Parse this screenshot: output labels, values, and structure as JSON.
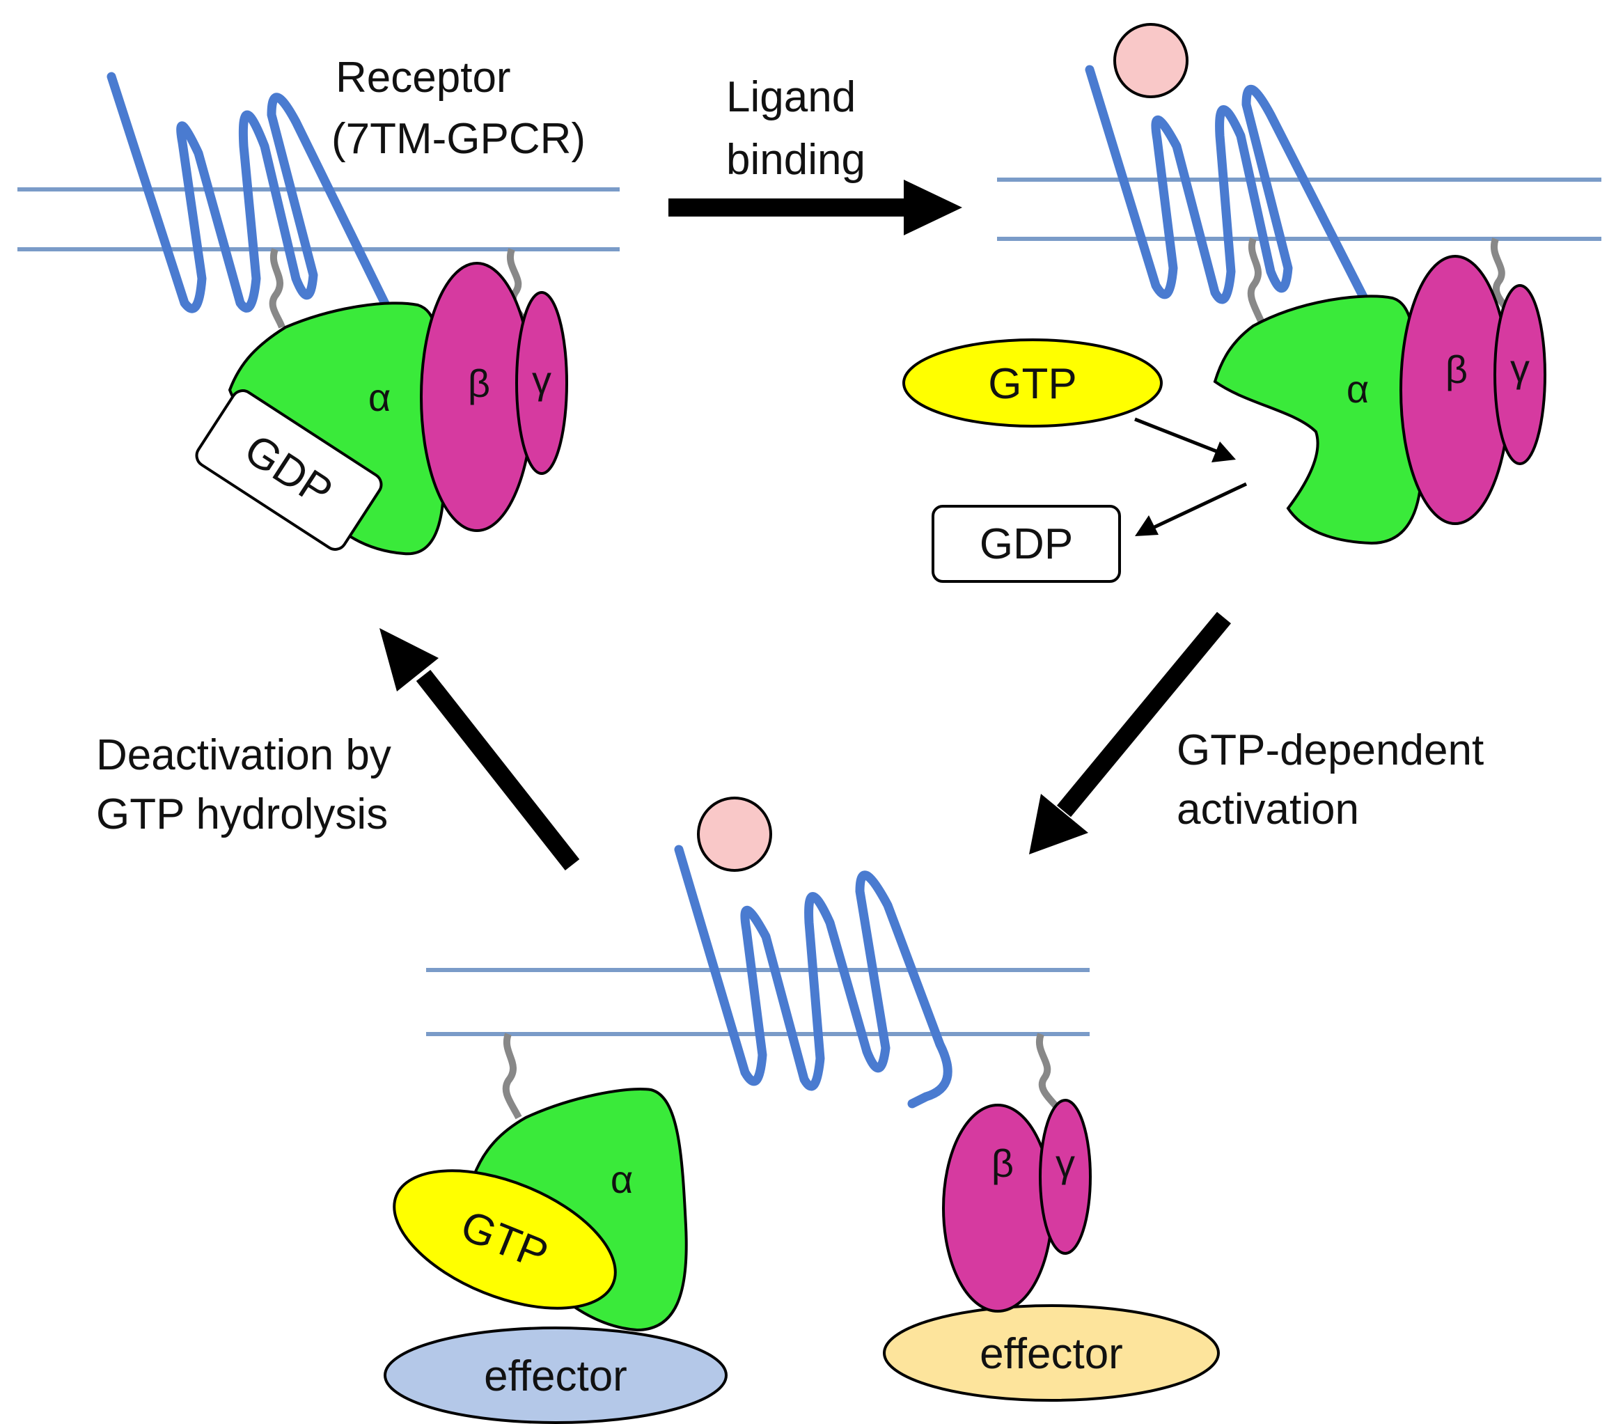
{
  "labels": {
    "receptor": [
      "Receptor",
      "(7TM-GPCR)"
    ],
    "ligand_binding": [
      "Ligand",
      "binding"
    ],
    "gtp_dependent_activation": [
      "GTP-dependent",
      "activation"
    ],
    "deactivation": [
      "Deactivation by",
      "GTP hydrolysis"
    ]
  },
  "subunits": {
    "alpha": "α",
    "beta": "β",
    "gamma": "γ"
  },
  "molecules": {
    "gtp": "GTP",
    "gdp": "GDP",
    "effector": "effector"
  },
  "colors": {
    "receptor_helix": "#4a7bd0",
    "membrane_line": "#7a9bc8",
    "alpha_subunit": "#3aea3a",
    "beta_gamma_subunit": "#d63aa0",
    "gtp": "#ffff00",
    "gdp": "#ffffff",
    "ligand": "#f9c8c8",
    "lipid_anchor": "#888888",
    "effector_alpha": "#b4c8e8",
    "effector_betagamma": "#fde49c",
    "arrow": "#000000"
  }
}
